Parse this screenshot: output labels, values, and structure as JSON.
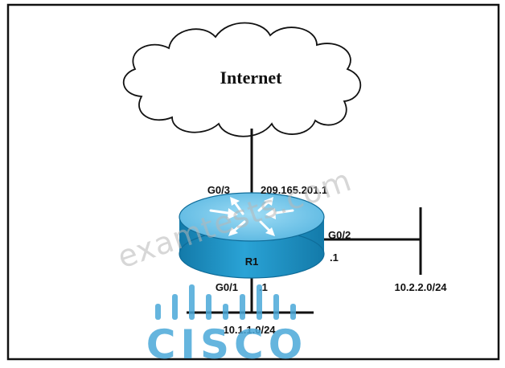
{
  "cloud": {
    "label": "Internet"
  },
  "router": {
    "name": "R1",
    "interfaces": [
      {
        "name": "G0/3",
        "ip": "209.165.201.1"
      },
      {
        "name": "G0/2",
        "ip": ".1"
      },
      {
        "name": "G0/1",
        "ip": ".1"
      }
    ]
  },
  "networks": [
    "10.2.2.0/24",
    "10.1.1.0/24"
  ],
  "watermark": {
    "text": "examtests.com"
  },
  "logo": {
    "text": "CISCO",
    "color": "#4aa8d8"
  },
  "colors": {
    "border": "#111111",
    "router_top": "#6fc3e8",
    "router_side": "#1b8fc4",
    "router_rim": "#0f6c99"
  }
}
